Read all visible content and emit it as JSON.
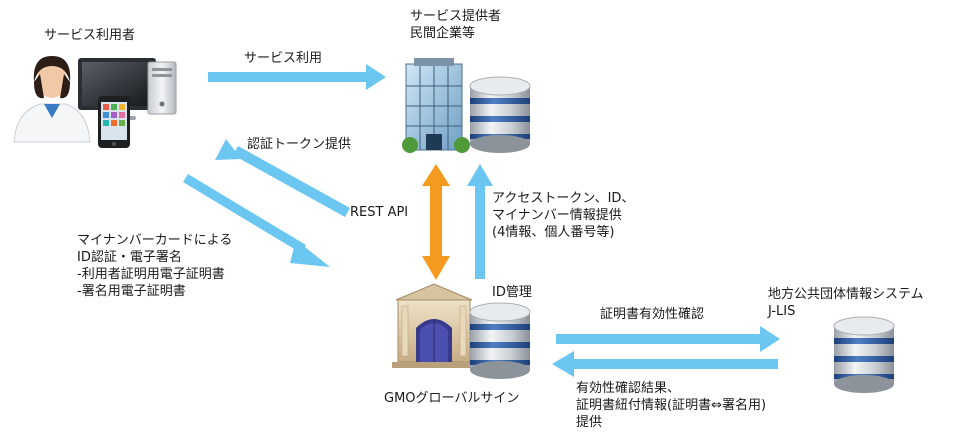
{
  "nodes": {
    "user": {
      "label": "サービス利用者"
    },
    "provider": {
      "lines": [
        "サービス提供者",
        "民間企業等"
      ]
    },
    "gmo": {
      "label": "GMOグローバルサイン"
    },
    "jlis": {
      "lines": [
        "地方公共団体情報システム",
        "J-LIS"
      ]
    },
    "id_management": {
      "label": "ID管理"
    }
  },
  "edges": {
    "service_use": {
      "label": "サービス利用"
    },
    "auth_token": {
      "label": "認証トークン提供"
    },
    "mynumber_auth": {
      "lines": [
        "マイナンバーカードによる",
        "ID認証・電子署名",
        "-利用者証明用電子証明書",
        "-署名用電子証明書"
      ]
    },
    "rest_api": {
      "label": "REST API"
    },
    "access_token": {
      "lines": [
        "アクセストークン、ID、",
        "マイナンバー情報提供",
        "(4情報、個人番号等)"
      ]
    },
    "cert_validity": {
      "label": "証明書有効性確認"
    },
    "validity_result": {
      "lines": [
        "有効性確認結果、",
        "証明書紐付情報(証明書⇔署名用)",
        "提供"
      ]
    }
  },
  "colors": {
    "arrow_blue": "#6cc6f2",
    "arrow_orange": "#f39a1f",
    "db_blue": "#2f5a9e"
  },
  "icons": [
    "person-icon",
    "monitor-icon",
    "pc-tower-icon",
    "smartphone-icon",
    "building-icon",
    "database-icon",
    "bank-building-icon"
  ]
}
